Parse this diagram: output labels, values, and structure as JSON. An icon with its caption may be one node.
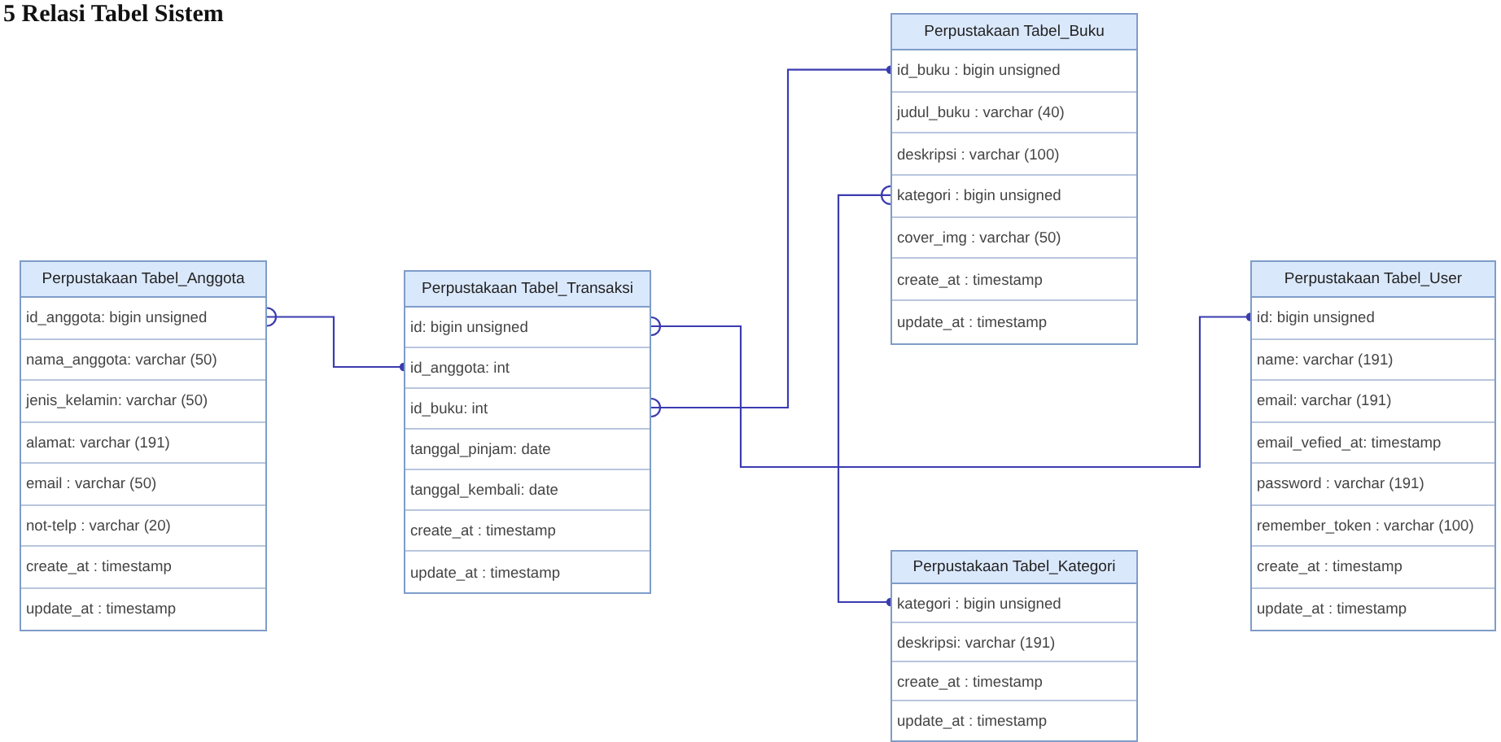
{
  "diagram": {
    "title": "5 Relasi Tabel Sistem",
    "nodes": [
      {
        "text": [
          "Perpustakaan Tabel_Anggota"
        ]
      },
      {
        "text": [
          "id_anggota: bigin unsigned"
        ],
        "in": 0
      },
      {
        "text": [
          "nama_anggota: varchar (50)"
        ],
        "in": 0
      },
      {
        "text": [
          "jenis_kelamin: varchar (50)"
        ],
        "in": 0
      },
      {
        "text": [
          "alamat: varchar (191)"
        ],
        "in": 0
      },
      {
        "text": [
          "email : varchar (50)"
        ],
        "in": 0
      },
      {
        "text": [
          "not-telp : varchar (20)"
        ],
        "in": 0
      },
      {
        "text": [
          "create_at : timestamp"
        ],
        "in": 0
      },
      {
        "text": [
          "update_at : timestamp"
        ],
        "in": 0
      },
      {
        "text": [
          "Perpustakaan Tabel_Transaksi"
        ]
      },
      {
        "text": [
          "id: bigin unsigned"
        ],
        "in": 9
      },
      {
        "text": [
          "id_anggota: int"
        ],
        "in": 9
      },
      {
        "text": [
          "id_buku: int"
        ],
        "in": 9
      },
      {
        "text": [
          "tanggal_pinjam: date"
        ],
        "in": 9
      },
      {
        "text": [
          "tanggal_kembali: date"
        ],
        "in": 9
      },
      {
        "text": [
          "create_at : timestamp"
        ],
        "in": 9
      },
      {
        "text": [
          "update_at : timestamp"
        ],
        "in": 9
      },
      {
        "text": [
          "Perpustakaan Tabel_Buku"
        ]
      },
      {
        "text": [
          "id_buku : bigin unsigned"
        ],
        "in": 17
      },
      {
        "text": [
          "judul_buku : varchar (40)"
        ],
        "in": 17
      },
      {
        "text": [
          "deskripsi : varchar (100)"
        ],
        "in": 17
      },
      {
        "text": [
          "kategori : bigin unsigned"
        ],
        "in": 17
      },
      {
        "text": [
          "cover_img : varchar (50)"
        ],
        "in": 17
      },
      {
        "text": [
          "create_at : timestamp"
        ],
        "in": 17
      },
      {
        "text": [
          "update_at : timestamp"
        ],
        "in": 17
      },
      {
        "text": [
          "Perpustakaan Tabel_Kategori"
        ]
      },
      {
        "text": [
          "kategori : bigin unsigned"
        ],
        "in": 25
      },
      {
        "text": [
          "deskripsi: varchar (191)"
        ],
        "in": 25
      },
      {
        "text": [
          "create_at : timestamp"
        ],
        "in": 25
      },
      {
        "text": [
          "update_at : timestamp"
        ],
        "in": 25
      },
      {
        "text": [
          "Perpustakaan Tabel_User"
        ]
      },
      {
        "text": [
          "id: bigin unsigned"
        ],
        "in": 30
      },
      {
        "text": [
          "name: varchar (191)"
        ],
        "in": 30
      },
      {
        "text": [
          "email: varchar (191)"
        ],
        "in": 30
      },
      {
        "text": [
          "email_vefied_at: timestamp"
        ],
        "in": 30
      },
      {
        "text": [
          "password : varchar (191)"
        ],
        "in": 30
      },
      {
        "text": [
          "remember_token : varchar (100)"
        ],
        "in": 30
      },
      {
        "text": [
          "create_at : timestamp"
        ],
        "in": 30
      },
      {
        "text": [
          "update_at : timestamp"
        ],
        "in": 30
      }
    ],
    "edges": [
      {
        "from": 1,
        "to": 11,
        "arrow": "other"
      },
      {
        "from": 10,
        "to": 31,
        "arrow": "other"
      },
      {
        "from": 12,
        "to": 18,
        "arrow": "other"
      },
      {
        "from": 21,
        "to": 26,
        "arrow": "other"
      }
    ]
  }
}
